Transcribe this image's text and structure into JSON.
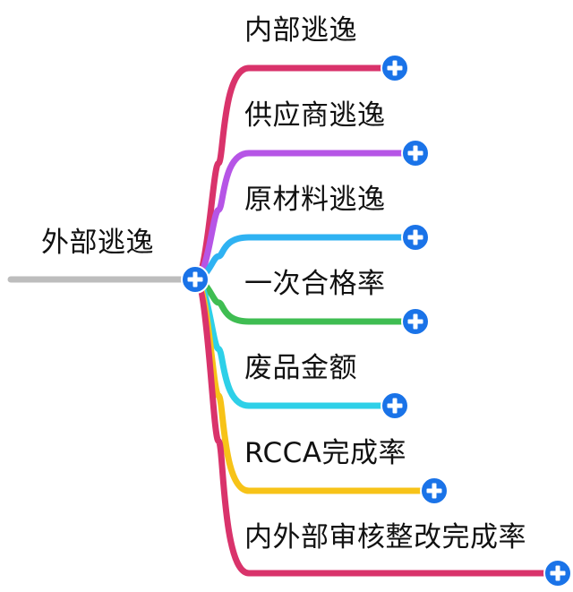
{
  "root": {
    "label": "外部逃逸",
    "connector_color": "#bdbdbd"
  },
  "branches": [
    {
      "label": "内部逃逸",
      "color": "#d9336b"
    },
    {
      "label": "供应商逃逸",
      "color": "#b655e6"
    },
    {
      "label": "原材料逃逸",
      "color": "#2fb2f2"
    },
    {
      "label": "一次合格率",
      "color": "#3fbd52"
    },
    {
      "label": "废品金额",
      "color": "#2ed0e8"
    },
    {
      "label": "RCCA完成率",
      "color": "#f7c318"
    },
    {
      "label": "内外部审核整改完成率",
      "color": "#d9336b"
    }
  ],
  "icons": {
    "expand": "plus-circle-icon",
    "expand_color": "#1a73e8"
  }
}
